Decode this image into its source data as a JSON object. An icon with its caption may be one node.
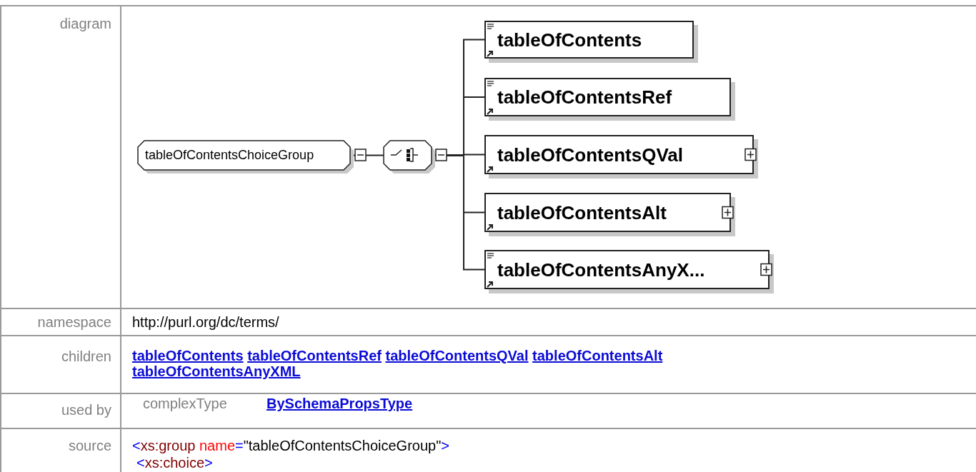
{
  "diagram": {
    "nodes": [
      {
        "text": [
          "tableOfContentsChoiceGroup"
        ]
      },
      {
        "text": [],
        "shape": "octagon"
      },
      {
        "text": [
          "tableOfContents"
        ]
      },
      {
        "text": [
          "tableOfContentsRef"
        ]
      },
      {
        "text": [
          "tableOfContentsQVal"
        ]
      },
      {
        "text": [
          "tableOfContentsAlt"
        ]
      },
      {
        "text": [
          "tableOfContentsAnyX..."
        ]
      }
    ],
    "edges": [
      {
        "from": 0,
        "to": 1,
        "arrow": "none"
      },
      {
        "from": 1,
        "to": 2,
        "arrow": "none"
      },
      {
        "from": 1,
        "to": 3,
        "arrow": "none"
      },
      {
        "from": 1,
        "to": 4,
        "arrow": "none"
      },
      {
        "from": 1,
        "to": 5,
        "arrow": "none"
      },
      {
        "from": 1,
        "to": 6,
        "arrow": "none"
      }
    ],
    "labels": [
      "diagram",
      "namespace",
      "http://purl.org/dc/terms/",
      "children",
      "tableOfContents",
      "tableOfContentsRef",
      "tableOfContentsQVal",
      "tableOfContentsAlt",
      "tableOfContentsAnyXML",
      "used by",
      "complexType",
      "BySchemaPropsType",
      "source",
      "<xs:group name=\"tableOfContentsChoiceGroup\">",
      "<xs:choice>"
    ]
  }
}
